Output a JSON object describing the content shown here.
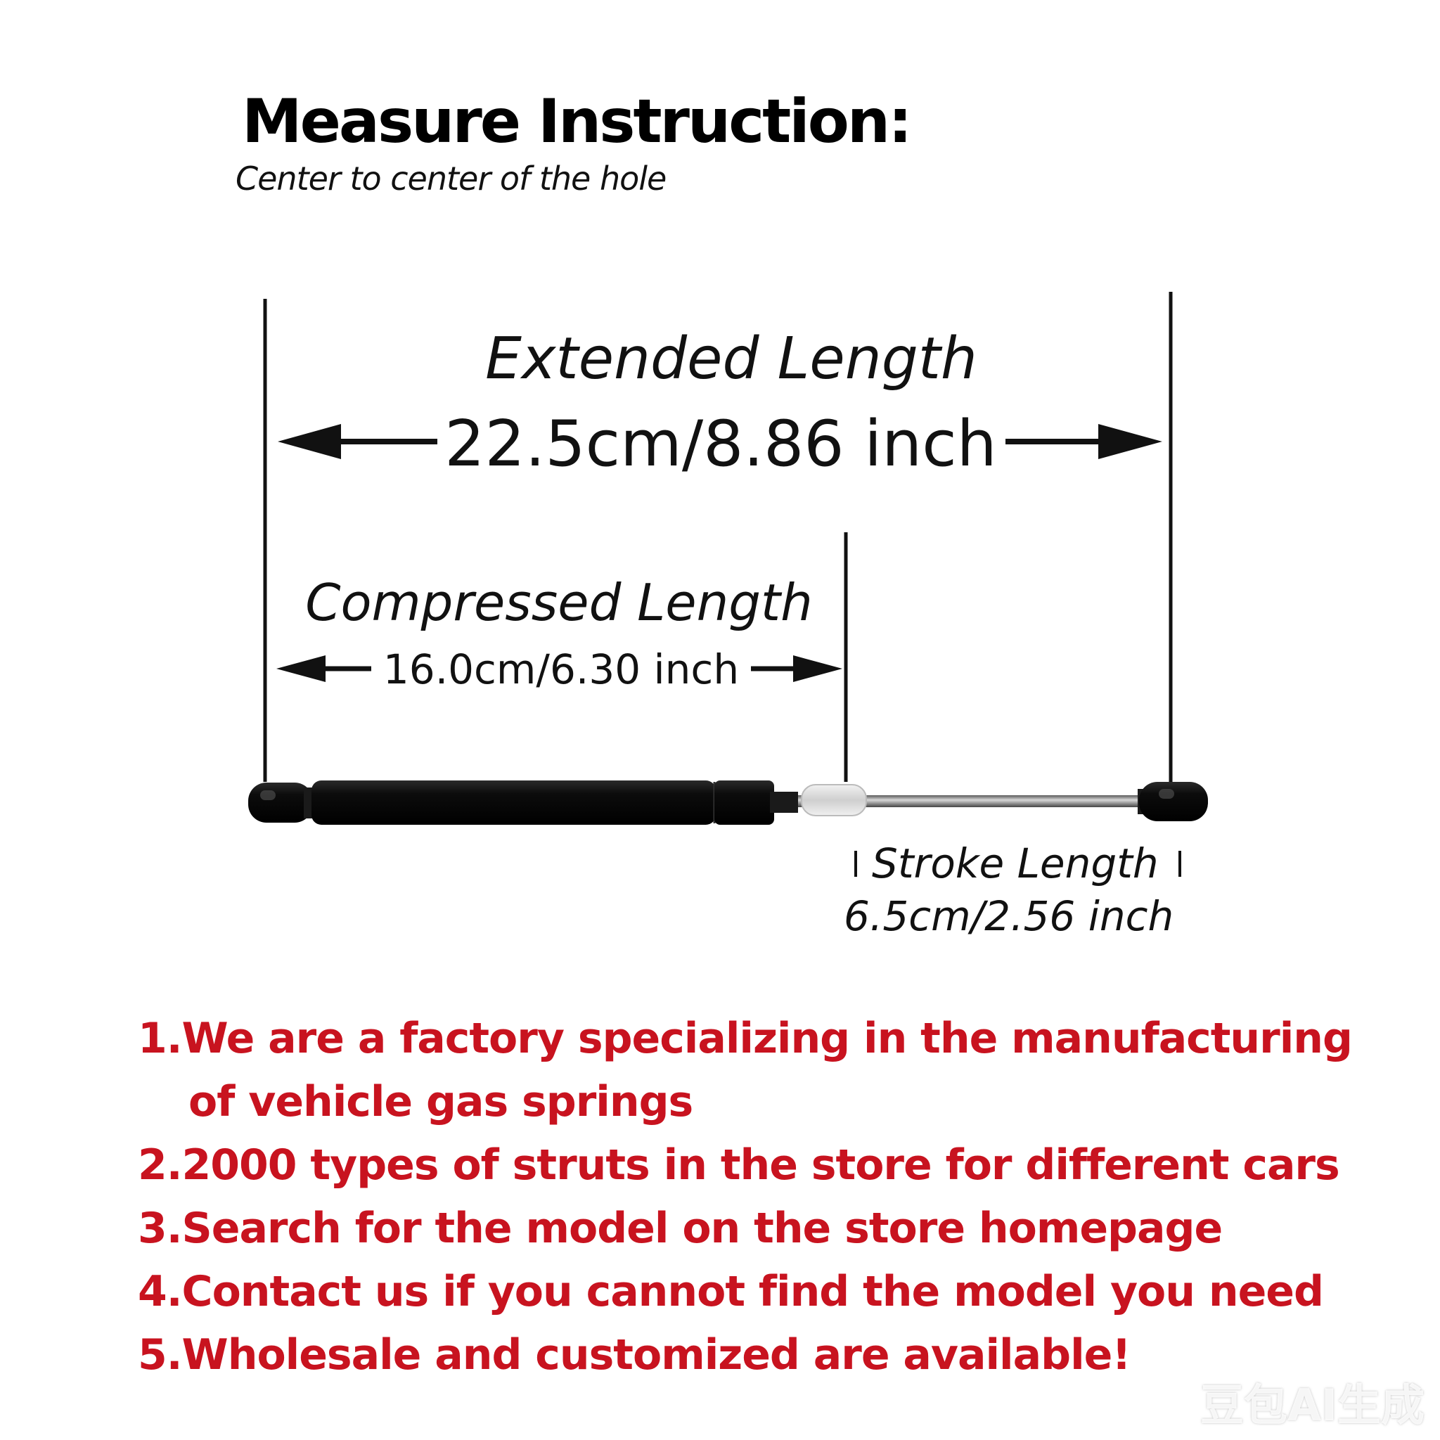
{
  "header": {
    "title": "Measure Instruction:",
    "subtitle": "Center to center of the hole"
  },
  "dimensions": {
    "extended": {
      "label": "Extended Length",
      "value": "22.5cm/8.86 inch"
    },
    "compressed": {
      "label": "Compressed Length",
      "value": "16.0cm/6.30 inch"
    },
    "stroke": {
      "label": "Stroke Length",
      "value": "6.5cm/2.56 inch"
    }
  },
  "notes": [
    "1.We are a factory specializing in the manufacturing of vehicle gas springs",
    "2.2000 types of struts in the store for different cars",
    "3.Search for the model on the store homepage",
    "4.Contact us if you cannot find the model you need",
    "5.Wholesale and customized are available!"
  ],
  "watermark": "豆包AI生成",
  "colors": {
    "text": "#111111",
    "notes": "#c8131f",
    "strut_body": "#0a0a0a",
    "rod": "#8a8a8a",
    "seal": "#d8d8d8"
  }
}
